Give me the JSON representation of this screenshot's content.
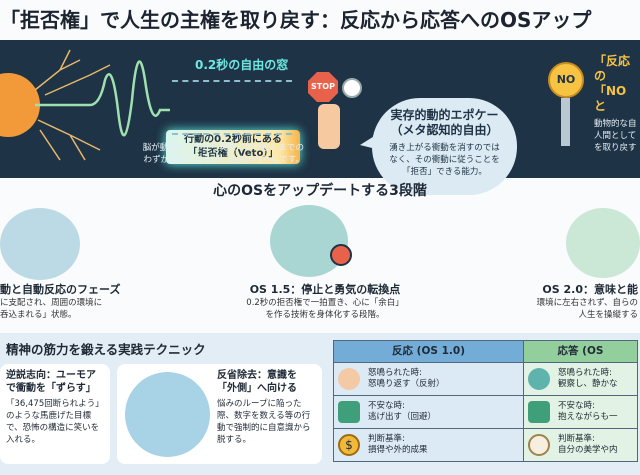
{
  "title": "「拒否権」で人生の主権を取り戻す：反応から応答へのOSアップ",
  "banner": {
    "window_title": "0.2秒の自由の窓",
    "box_line1": "行動の0.2秒前にある",
    "box_line2": "「拒否権（Veto）」",
    "caption1": "脳が動き出してから実際に体が動くまでの",
    "caption2": "わずかな瞬間こそが、自由の在り処です。",
    "stop_label": "STOP",
    "bubble_title1": "実存的動的エポケー",
    "bubble_title2": "（メタ認知的自由）",
    "bubble_text1": "湧き上がる衝動を消すのでは",
    "bubble_text2": "なく、その衝動に従うことを",
    "bubble_text3": "「拒否」できる能力。",
    "key_label": "NO",
    "right_title1": "「反応の",
    "right_title2": "「NOと",
    "right_text1": "動物的な自",
    "right_text2": "人間として",
    "right_text3": "を取り戻す"
  },
  "stages_title": "心のOSをアップデートする3段階",
  "stages": [
    {
      "title": "動と自動反応のフェーズ",
      "desc1": "に支配され、周囲の環境に",
      "desc2": "呑込まれる」状態。"
    },
    {
      "title": "OS 1.5：停止と勇気の転換点",
      "desc1": "0.2秒の拒否権で一拍置き、心に「余白」",
      "desc2": "を作る技術を身体化する段階。"
    },
    {
      "title": "OS 2.0：意味と能",
      "desc1": "環境に左右されず、自らの",
      "desc2": "人生を操縦する"
    }
  ],
  "techniques": {
    "title": "精神の筋力を鍛える実践テクニック",
    "items": [
      {
        "title1": "逆説志向：ユーモア",
        "title2": "で衝動を「ずらす」",
        "desc": "「36,475回断られよう」のような馬鹿げた目標で、恐怖の構造に笑いを入れる。"
      },
      {
        "title1": "反省除去：意識を",
        "title2": "「外側」へ向ける",
        "desc": "悩みのループに陥った際、数字を数える等の行動で強制的に自意識から脱する。"
      }
    ]
  },
  "table": {
    "headers": [
      "反応 (OS 1.0)",
      "応答 (OS"
    ],
    "rows": [
      {
        "left_label": "怒鳴られた時:",
        "left_value": "怒鳴り返す（反射）",
        "right_label": "怒鳴られた時:",
        "right_value": "観察し、静かな"
      },
      {
        "left_label": "不安な時:",
        "left_value": "逃げ出す（回避）",
        "right_label": "不安な時:",
        "right_value": "抱えながらも一"
      },
      {
        "left_label": "判断基準:",
        "left_value": "損得や外的成果",
        "right_label": "判断基準:",
        "right_value": "自分の美学や内"
      }
    ]
  },
  "colors": {
    "banner": "#1e3345",
    "cyan": "#6ee7e0",
    "yellow": "#f6c343",
    "blue_header": "#74acd8",
    "green_header": "#93cf9c"
  }
}
